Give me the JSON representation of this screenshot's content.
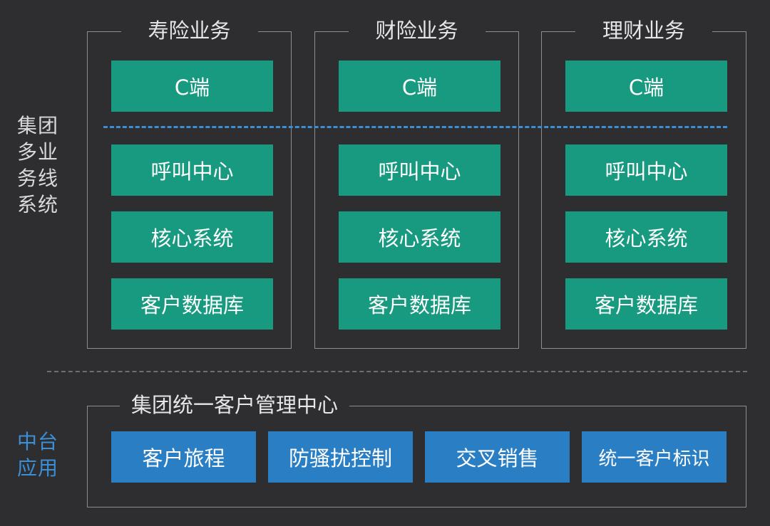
{
  "side_labels": {
    "top": "集团多业务线系统",
    "bottom": "中台应用"
  },
  "business_groups": [
    {
      "title": "寿险业务",
      "boxes": [
        "C端",
        "呼叫中心",
        "核心系统",
        "客户数据库"
      ]
    },
    {
      "title": "财险业务",
      "boxes": [
        "C端",
        "呼叫中心",
        "核心系统",
        "客户数据库"
      ]
    },
    {
      "title": "理财业务",
      "boxes": [
        "C端",
        "呼叫中心",
        "核心系统",
        "客户数据库"
      ]
    }
  ],
  "middle_platform": {
    "title": "集团统一客户管理中心",
    "boxes": [
      "客户旅程",
      "防骚扰控制",
      "交叉销售",
      "统一客户标识"
    ]
  },
  "colors": {
    "background": "#2e2e31",
    "green_box": "#179a80",
    "blue_box": "#2a7fc4",
    "blue_text": "#3b8fd6",
    "border": "#8d8d8d"
  }
}
